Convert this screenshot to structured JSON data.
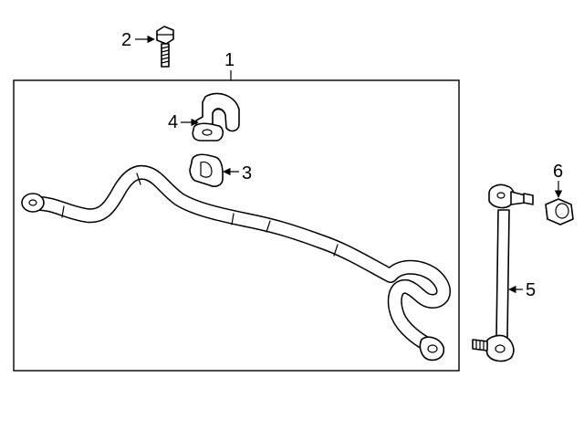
{
  "callouts": [
    {
      "number": "1",
      "part": "stabilizer-bar"
    },
    {
      "number": "2",
      "part": "bolt"
    },
    {
      "number": "3",
      "part": "bushing"
    },
    {
      "number": "4",
      "part": "bracket"
    },
    {
      "number": "5",
      "part": "stabilizer-link"
    },
    {
      "number": "6",
      "part": "nut"
    }
  ],
  "colors": {
    "line": "#000000",
    "background": "#ffffff"
  }
}
